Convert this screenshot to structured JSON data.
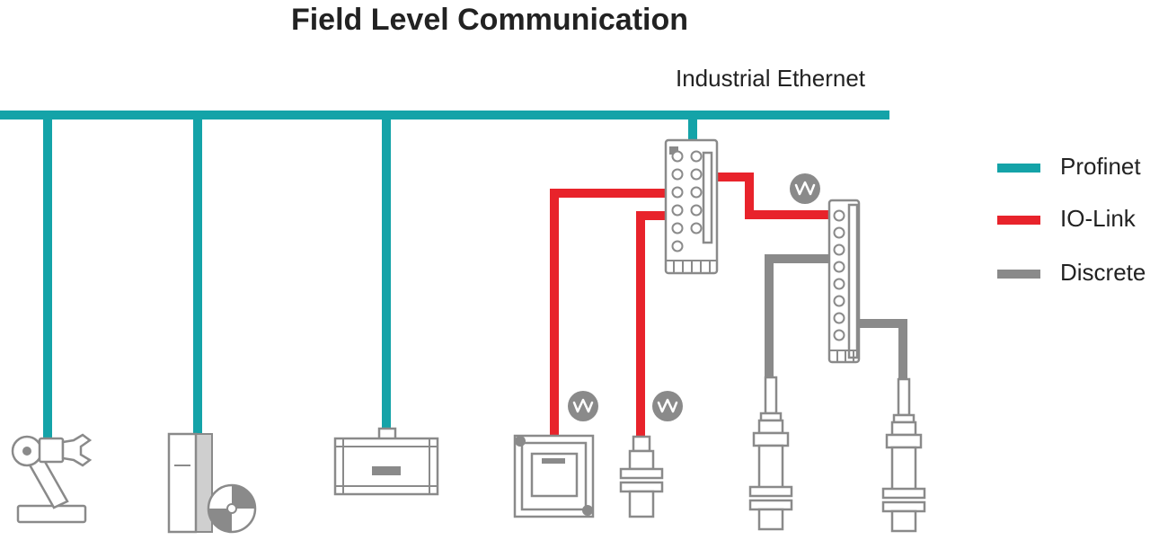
{
  "title": "Field Level Communication",
  "network_label": "Industrial Ethernet",
  "colors": {
    "profinet": "#14a3a8",
    "io_link": "#e8232b",
    "discrete": "#8a8a8a"
  },
  "legend": [
    {
      "label": "Profinet",
      "color_key": "profinet"
    },
    {
      "label": "IO-Link",
      "color_key": "io_link"
    },
    {
      "label": "Discrete",
      "color_key": "discrete"
    }
  ],
  "icons": {
    "badge": "io-link-signal-icon",
    "robot": "robot-arm-icon",
    "drive": "drive-motor-icon",
    "valve": "valve-terminal-icon",
    "display": "process-display-icon",
    "sensor": "proximity-sensor-icon",
    "master": "io-link-master-icon",
    "hub": "sensor-hub-icon"
  }
}
